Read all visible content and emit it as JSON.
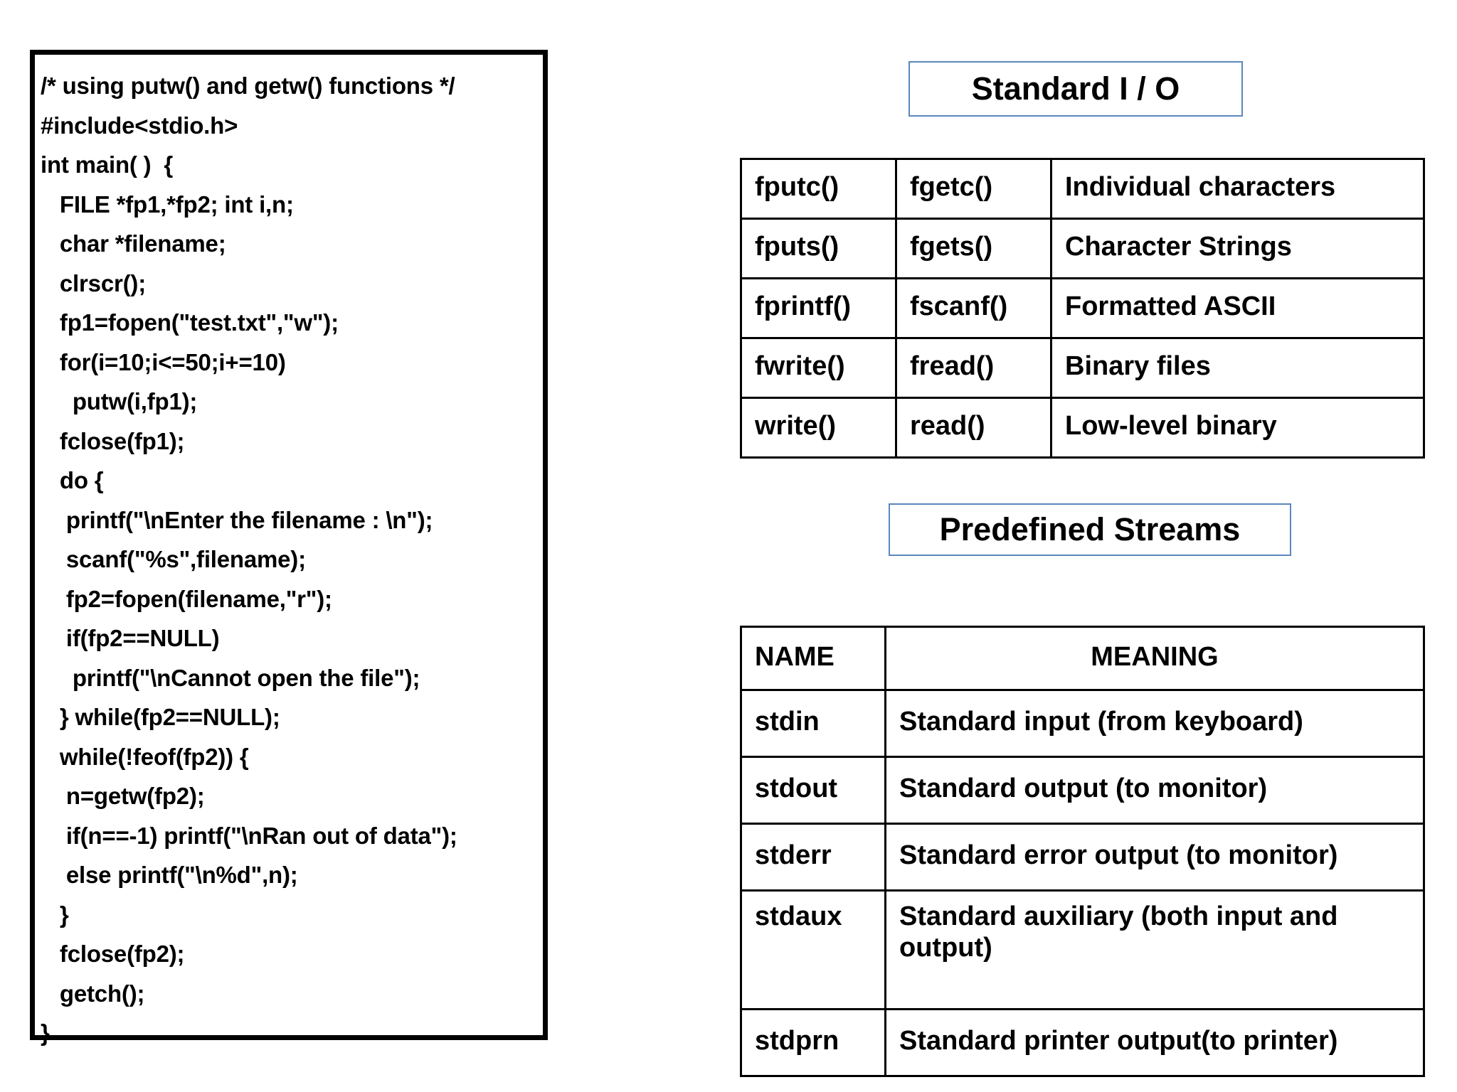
{
  "code_panel": {
    "lines": [
      "/* using putw() and getw() functions */",
      "#include<stdio.h>",
      "int main( )  {",
      "   FILE *fp1,*fp2; int i,n;",
      "   char *filename;",
      "   clrscr();",
      "   fp1=fopen(\"test.txt\",\"w\");",
      "   for(i=10;i<=50;i+=10)",
      "     putw(i,fp1);",
      "   fclose(fp1);",
      "   do {",
      "    printf(\"\\nEnter the filename : \\n\");",
      "    scanf(\"%s\",filename);",
      "    fp2=fopen(filename,\"r\");",
      "    if(fp2==NULL)",
      "     printf(\"\\nCannot open the file\");",
      "   } while(fp2==NULL);",
      "   while(!feof(fp2)) {",
      "    n=getw(fp2);",
      "    if(n==-1) printf(\"\\nRan out of data\");",
      "    else printf(\"\\n%d\",n);",
      "   }",
      "   fclose(fp2);",
      "   getch();",
      "}"
    ]
  },
  "standard_io": {
    "title": "Standard I / O",
    "rows": [
      {
        "output_fn": "fputc()",
        "input_fn": "fgetc()",
        "description": "Individual characters"
      },
      {
        "output_fn": "fputs()",
        "input_fn": "fgets()",
        "description": "Character Strings"
      },
      {
        "output_fn": "fprintf()",
        "input_fn": "fscanf()",
        "description": "Formatted ASCII"
      },
      {
        "output_fn": "fwrite()",
        "input_fn": "fread()",
        "description": "Binary files"
      },
      {
        "output_fn": "write()",
        "input_fn": "read()",
        "description": "Low-level binary"
      }
    ]
  },
  "predefined_streams": {
    "title": "Predefined Streams",
    "headers": {
      "name": "NAME",
      "meaning": "MEANING"
    },
    "rows": [
      {
        "name": "stdin",
        "meaning": "Standard input (from keyboard)"
      },
      {
        "name": "stdout",
        "meaning": "Standard output (to monitor)"
      },
      {
        "name": "stderr",
        "meaning": "Standard error output (to monitor)"
      },
      {
        "name": "stdaux",
        "meaning": "Standard auxiliary (both input and output)"
      },
      {
        "name": "stdprn",
        "meaning": "Standard printer output(to printer)"
      }
    ]
  },
  "colors": {
    "border_black": "#000000",
    "title_border_blue": "#5b87bf",
    "background": "#ffffff",
    "text": "#000000"
  }
}
